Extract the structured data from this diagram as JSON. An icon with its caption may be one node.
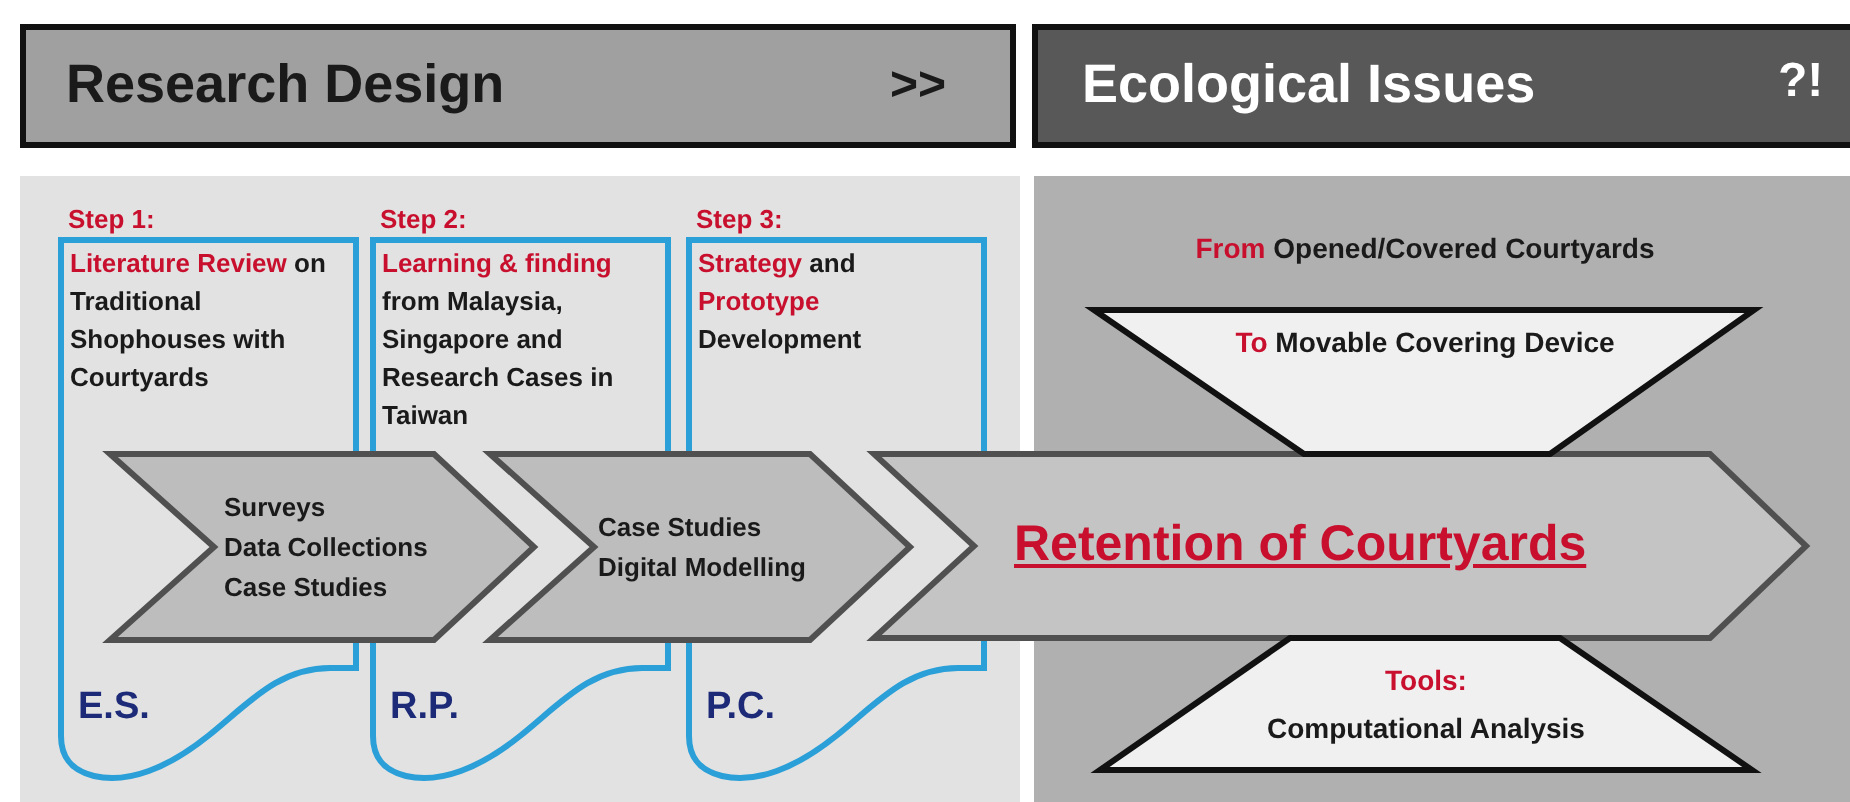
{
  "diagram": {
    "nodes": [
      {
        "text": [
          "Research Design",
          ">>"
        ]
      },
      {
        "text": [
          "Ecological Issues",
          "?!"
        ]
      },
      {
        "text": [
          "Step 1:",
          "Literature Review on Traditional Shophouses with Courtyards",
          "E.S."
        ]
      },
      {
        "text": [
          "Step 2:",
          "Learning & finding from Malaysia, Singapore and Research Cases in Taiwan",
          "R.P."
        ]
      },
      {
        "text": [
          "Step 3:",
          "Strategy and Prototype Development",
          "P.C."
        ]
      },
      {
        "text": [
          "Surveys",
          "Data Collections",
          "Case Studies"
        ]
      },
      {
        "text": [
          "Case Studies",
          "Digital Modelling"
        ]
      },
      {
        "text": [
          "Retention of Courtyards"
        ]
      },
      {
        "text": [
          "From Opened/Covered Courtyards",
          "To Movable Covering Device"
        ]
      },
      {
        "text": [
          "Tools:",
          "Computational Analysis"
        ]
      }
    ]
  }
}
